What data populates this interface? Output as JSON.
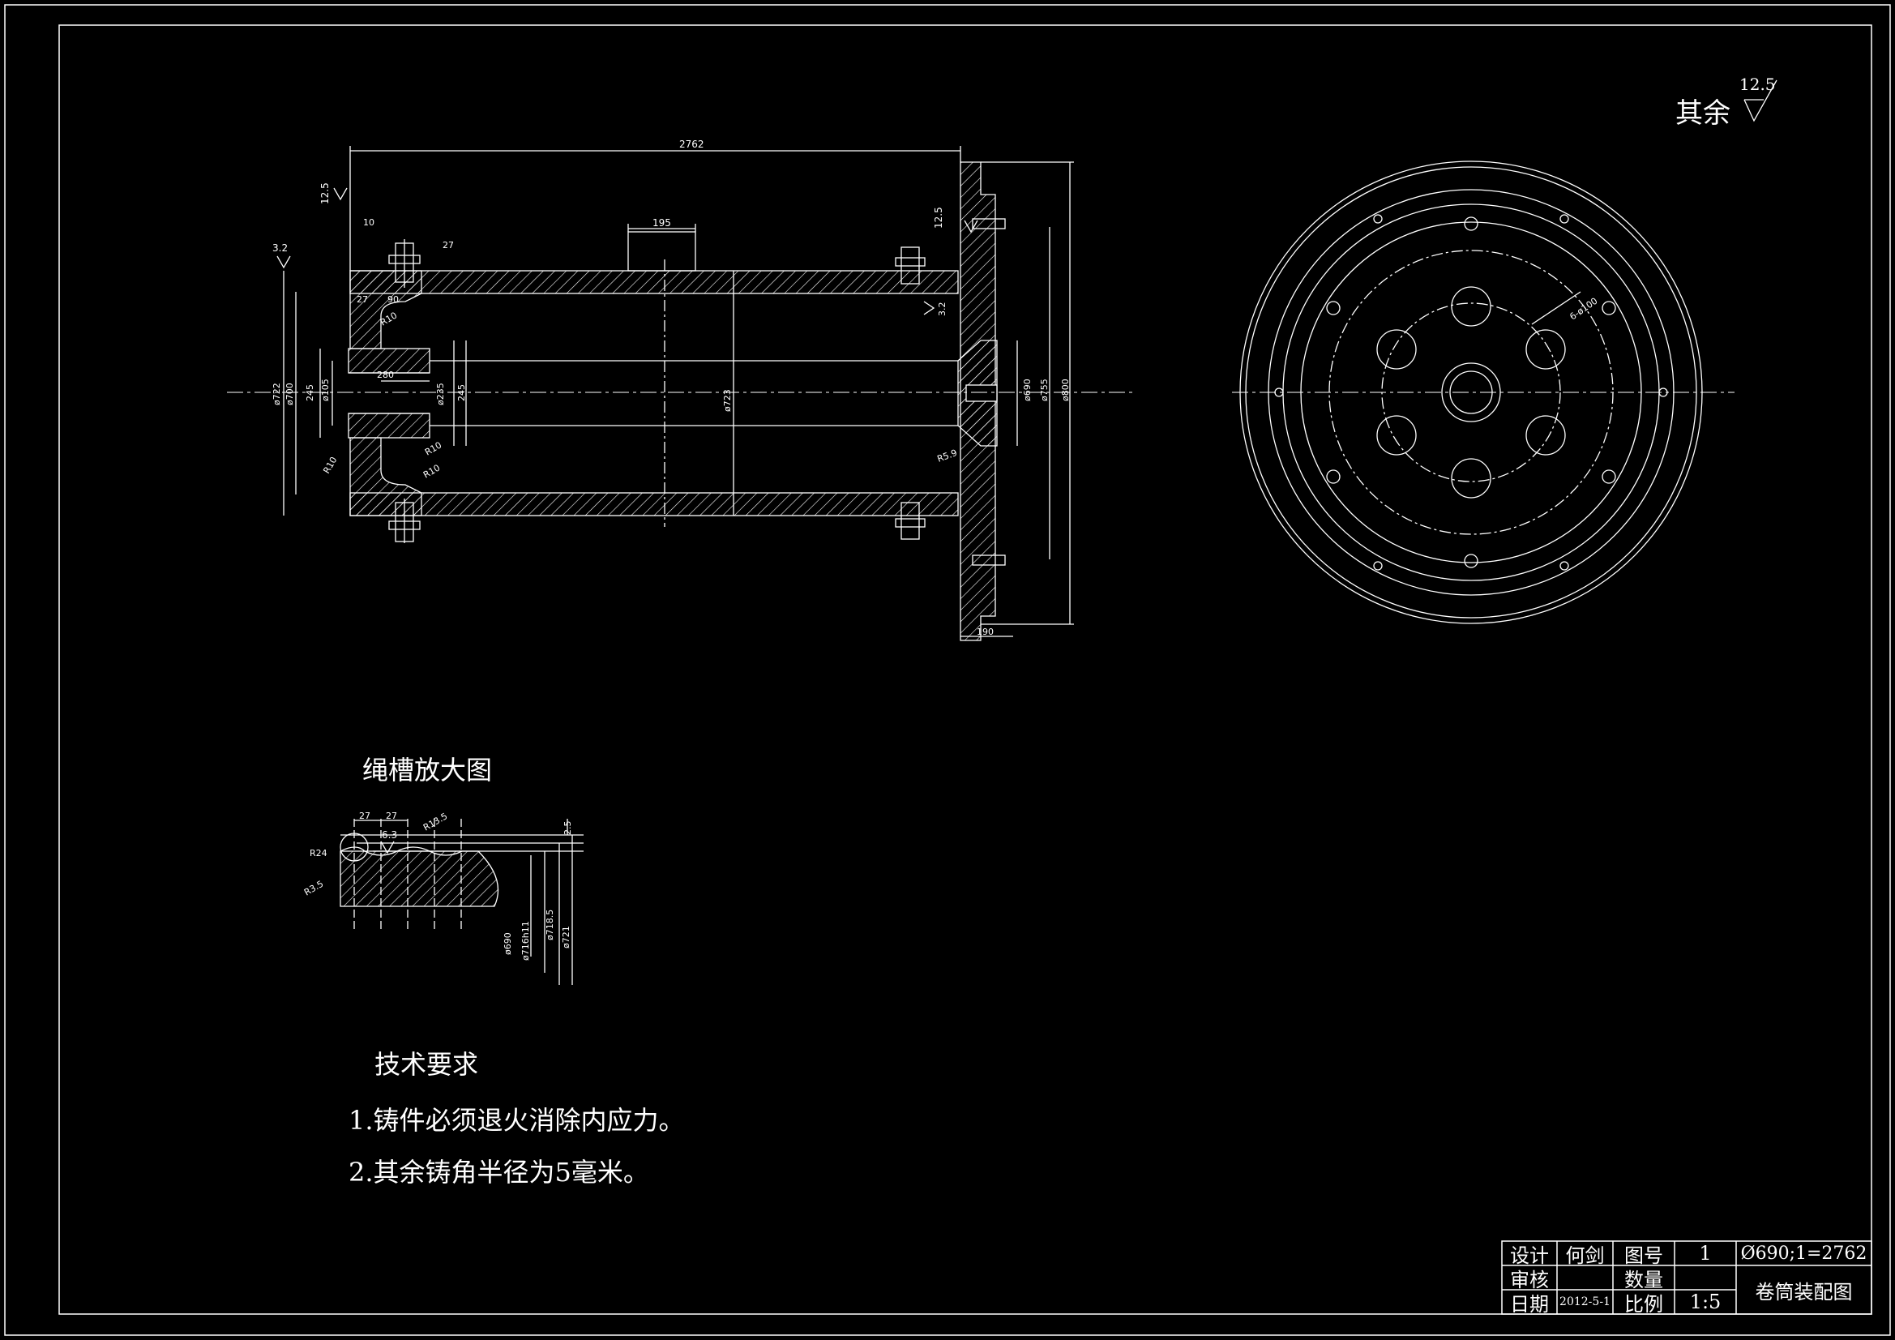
{
  "main_view": {
    "dims": {
      "total_length": "2762",
      "groove_width": "195",
      "offset_10": "10",
      "bolt_27": "27",
      "len_27": "27",
      "len_90": "90",
      "r10_a": "R10",
      "r10_b": "R10",
      "r10_c": "R10",
      "r10_d": "R10",
      "d722": "ø722",
      "d700": "ø700",
      "d245a": "245",
      "d245b": "245",
      "d105": "ø105",
      "d235": "ø235",
      "len_280": "280",
      "d723": "ø723",
      "d690": "ø690",
      "d755": "ø755",
      "d800": "ø800",
      "r5_9": "R5.9",
      "width_190": "190",
      "r3_2": "3.2"
    },
    "roughness": {
      "left_top": "12.5",
      "left_side": "3.2",
      "right_top": "12.5",
      "right_side": "3.2"
    }
  },
  "side_view": {
    "holes_label": "6-ø100"
  },
  "roughness_note": {
    "label": "其余",
    "value": "12.5"
  },
  "groove_detail": {
    "title": "绳槽放大图",
    "dims": {
      "pitch_1": "27",
      "pitch_2": "27",
      "roughness": "6.3",
      "r13_5": "R13.5",
      "depth_2_5": "2.5",
      "r24": "R24",
      "r3_5": "R3.5",
      "d690": "ø690",
      "d716": "ø716h11",
      "d718_5": "ø718.5",
      "d721": "ø721"
    }
  },
  "requirements": {
    "title": "技术要求",
    "items": [
      "1.铸件必须退火消除内应力。",
      "2.其余铸角半径为5毫米。"
    ]
  },
  "title_block": {
    "design_label": "设计",
    "designer": "何剑",
    "drawing_no_label": "图号",
    "drawing_no": "1",
    "spec": "Ø690;1=2762",
    "review_label": "审核",
    "qty_label": "数量",
    "drawing_name": "卷筒装配图",
    "date_label": "日期",
    "date": "2012-5-1",
    "scale_label": "比例",
    "scale": "1:5"
  }
}
